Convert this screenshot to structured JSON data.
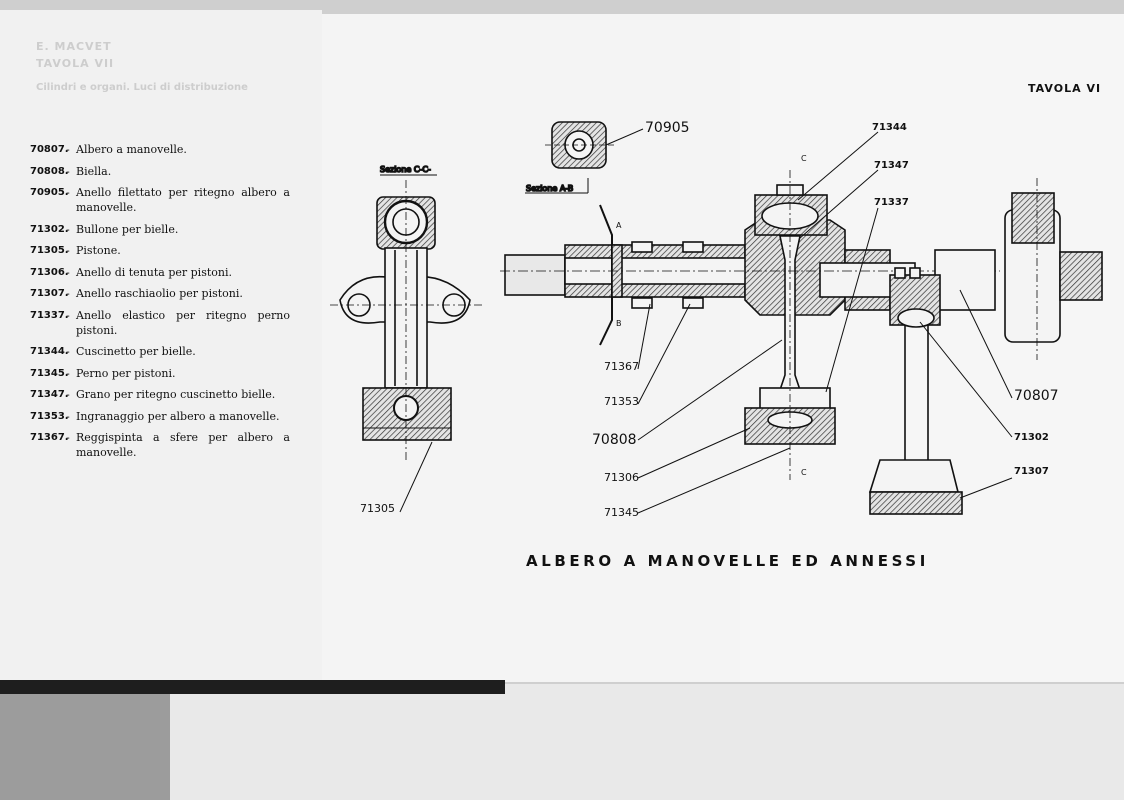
{
  "left_page": {
    "ghost_author": "E. MACVET",
    "ghost_tavola": "TAVOLA VII",
    "ghost_caption": "Cilindri e organi. Luci di distribuzione"
  },
  "legend": [
    {
      "code": "70807.",
      "text": "Albero a manovelle."
    },
    {
      "code": "70808.",
      "text": "Biella."
    },
    {
      "code": "70905.",
      "text": "Anello filettato per ritegno albero a manovelle."
    },
    {
      "code": "71302.",
      "text": "Bullone per bielle."
    },
    {
      "code": "71305.",
      "text": "Pistone."
    },
    {
      "code": "71306.",
      "text": "Anello di tenuta per pistoni."
    },
    {
      "code": "71307.",
      "text": "Anello raschiaolio per pistoni."
    },
    {
      "code": "71337.",
      "text": "Anello elastico per ritegno perno pistoni."
    },
    {
      "code": "71344.",
      "text": "Cuscinetto per bielle."
    },
    {
      "code": "71345.",
      "text": "Perno per pistoni."
    },
    {
      "code": "71347.",
      "text": "Grano per ritegno cuscinetto bielle."
    },
    {
      "code": "71353.",
      "text": "Ingranaggio per albero a manovelle."
    },
    {
      "code": "71367.",
      "text": "Reggispinta a sfere per albero a manovelle."
    }
  ],
  "plate": {
    "label": "TAVOLA VI",
    "title": "ALBERO A MANOVELLE ED ANNESSI"
  },
  "drawing": {
    "section_cc": "Sezione C-C-",
    "section_ab": "Sezione A-B",
    "mark_c": "C",
    "mark_a": "A",
    "mark_b": "B",
    "labels": {
      "p70905": "70905",
      "p71344": "71344",
      "p71347": "71347",
      "p71337": "71337",
      "p71367": "71367",
      "p71353": "71353",
      "p70808": "70808",
      "p71306": "71306",
      "p71345": "71345",
      "p71305": "71305",
      "p70807": "70807",
      "p71302": "71302",
      "p71307": "71307"
    }
  }
}
